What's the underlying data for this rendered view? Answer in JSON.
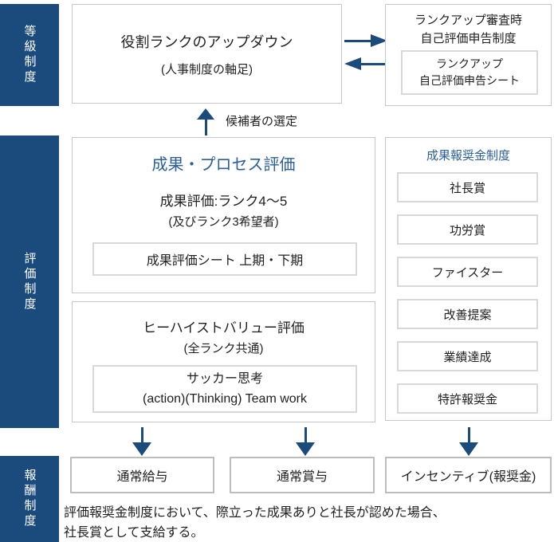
{
  "colors": {
    "navy": "#1b4a7c",
    "title_blue": "#2a5f9b",
    "border_outer": "#c6c6c6",
    "border_inner": "#d8d8d8",
    "border_bottom_box": "#bdbdbd"
  },
  "icons": {
    "arrow_right": "right-arrow",
    "arrow_left": "left-arrow",
    "arrow_up": "up-arrow",
    "arrow_down": "down-arrow"
  },
  "sidebar": {
    "grade": "等級制度",
    "evaluation": "評価制度",
    "compensation": "報酬制度"
  },
  "grade_section": {
    "role_box": {
      "title": "役割ランクのアップダウン",
      "subtitle": "(人事制度の軸足)"
    },
    "rankup_box": {
      "line1": "ランクアップ審査時",
      "line2": "自己評価申告制度",
      "sheet_line1": "ランクアップ",
      "sheet_line2": "自己評価申告シート"
    },
    "candidate_arrow_label": "候補者の選定"
  },
  "evaluation_section": {
    "process_box": {
      "title": "成果・プロセス評価",
      "line1": "成果評価:ランク4〜5",
      "line2": "(及びランク3希望者)",
      "sheet": "成果評価シート 上期・下期"
    },
    "value_box": {
      "title": "ヒーハイストバリュー評価",
      "subtitle": "(全ランク共通)",
      "inner_line1": "サッカー思考",
      "inner_line2": "(action)(Thinking) Team work"
    },
    "bonus_box": {
      "title": "成果報奨金制度",
      "items": [
        "社長賞",
        "功労賞",
        "ファイスター",
        "改善提案",
        "業績達成",
        "特許報奨金"
      ]
    }
  },
  "compensation_section": {
    "salary": "通常給与",
    "bonus": "通常賞与",
    "incentive": "インセンティブ(報奨金)",
    "note_line1": "評価報奨金制度において、際立った成果ありと社長が認めた場合、",
    "note_line2": "社長賞として支給する。"
  }
}
